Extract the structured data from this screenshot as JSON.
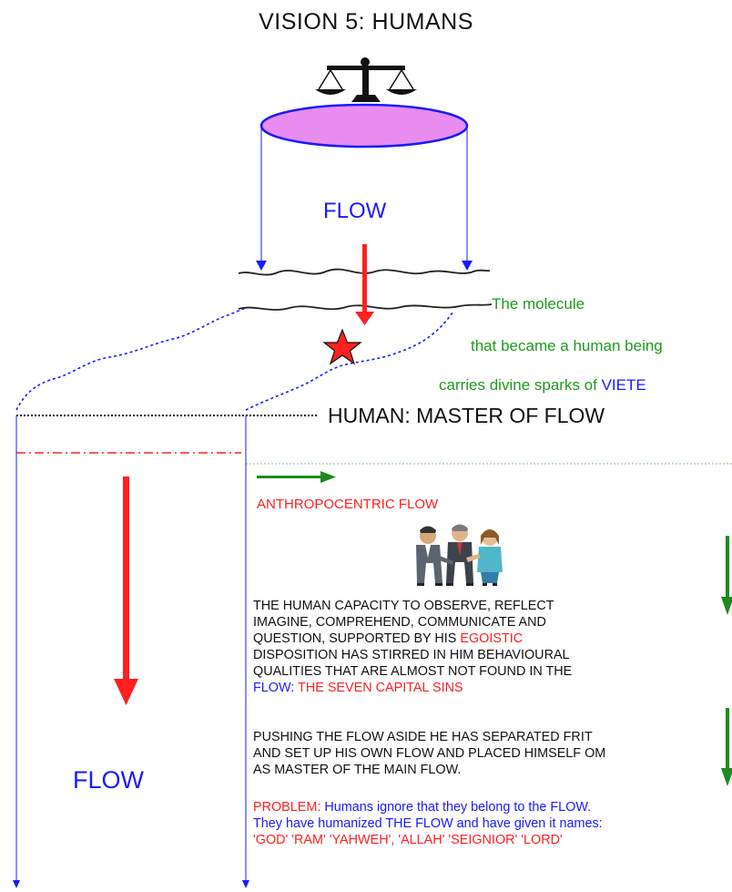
{
  "title": "VISION 5: HUMANS",
  "flow_top_label": "FLOW",
  "molecule_lines": [
    "The molecule",
    "that became a human being",
    "carries divine sparks of "
  ],
  "viete": "VIETE",
  "master_label": "HUMAN: MASTER OF FLOW",
  "anthropocentric_label": "ANTHROPOCENTRIC FLOW",
  "flow_left_label": "FLOW",
  "paragraph1": {
    "lines": [
      "THE HUMAN CAPACITY TO OBSERVE, REFLECT",
      "IMAGINE, COMPREHEND, COMMUNICATE AND",
      "QUESTION, SUPPORTED BY HIS "
    ],
    "egoistic": "EGOISTIC",
    "lines_after": [
      "DISPOSITION HAS STIRRED IN HIM BEHAVIOURAL",
      "QUALITIES THAT ARE ALMOST NOT FOUND IN THE"
    ],
    "flow_word": "FLOW:",
    "sins": " THE SEVEN CAPITAL SINS"
  },
  "paragraph2": {
    "lines": [
      "PUSHING THE FLOW ASIDE HE HAS SEPARATED FRIT",
      "AND SET UP HIS OWN FLOW AND PLACED HIMSELF OM",
      "AS MASTER OF THE MAIN FLOW."
    ]
  },
  "paragraph3": {
    "problem_label": "PROBLEM:",
    "line1_rest": " Humans ignore that they belong to the FLOW.",
    "line2": "They have humanized THE FLOW and have given it names:",
    "line3": "'GOD' 'RAM' 'YAHWEH', 'ALLAH' 'SEIGNIOR' 'LORD'"
  },
  "colors": {
    "red": "#ff2020",
    "blue": "#1a1aff",
    "green": "#1e9a1e",
    "disc_fill": "#e98cf0",
    "disc_stroke": "#1a1aff"
  },
  "icons": [
    "scales-of-justice-icon",
    "red-star-icon",
    "business-people-handshake-icon"
  ]
}
